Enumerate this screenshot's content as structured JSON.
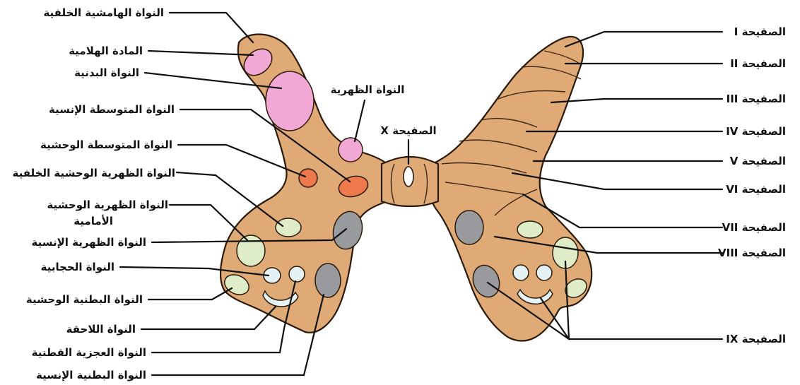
{
  "colors": {
    "cord_fill": "#e0aa76",
    "outline": "#2a1a0a",
    "pink": "#f2a8d4",
    "orange": "#ee7a4c",
    "green": "#dfecc8",
    "gray": "#999a9d",
    "lightblue": "#e4f2f6"
  },
  "left_labels": [
    "النواة الهامشية الخلفية",
    "المادة الهلامية",
    "النواة البدنية",
    "النواة المتوسطة الإنسية",
    "النواة المتوسطة الوحشية",
    "النواة الظهرية الوحشية الخلفية",
    "النواة الظهرية الوحشية",
    "الأمامية",
    "النواة الظهرية الإنسية",
    "النواة الحجابية",
    "النواة البطنية الوحشية",
    "النواة اللاحقة",
    "النواة العجزية القطنية",
    "النواة البطنية الإنسية"
  ],
  "center_labels": {
    "dorsal_nucleus": "النواة الظهرية",
    "lamina_x": "الصفيحة X"
  },
  "right_labels": [
    "الصفيحة I",
    "الصفيحة II",
    "الصفيحة III",
    "الصفيحة IV",
    "الصفيحة V",
    "الصفيحة VI",
    "الصفيحة VII",
    "الصفيحة VIII",
    "الصفيحة IX"
  ]
}
